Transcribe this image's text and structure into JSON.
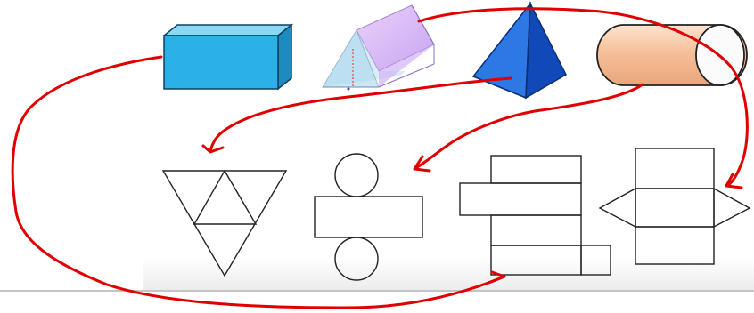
{
  "header": {
    "caption": ""
  },
  "solids": [
    {
      "id": "cuboid",
      "name": "cuboid-icon"
    },
    {
      "id": "triangular-prism",
      "name": "triangular-prism-icon"
    },
    {
      "id": "square-pyramid",
      "name": "pyramid-icon"
    },
    {
      "id": "cylinder",
      "name": "cylinder-icon"
    }
  ],
  "nets": [
    {
      "id": "triangular-net",
      "name": "tetrahedron-net"
    },
    {
      "id": "cylinder-net",
      "name": "cylinder-net"
    },
    {
      "id": "cuboid-net",
      "name": "cuboid-net"
    },
    {
      "id": "prism-net",
      "name": "triangular-prism-net"
    }
  ],
  "colors": {
    "annotation": "#e00000",
    "cuboid_front": "#29aee6",
    "cuboid_top": "#7fd3f3",
    "cuboid_side": "#1c86b8",
    "pyramid_main": "#1f63d8",
    "pyramid_dark": "#0c3b96",
    "cylinder": "#f6c8a7",
    "prism": "#c9a3f2",
    "net_stroke": "#222222",
    "floor_line": "#bdbdbd"
  }
}
